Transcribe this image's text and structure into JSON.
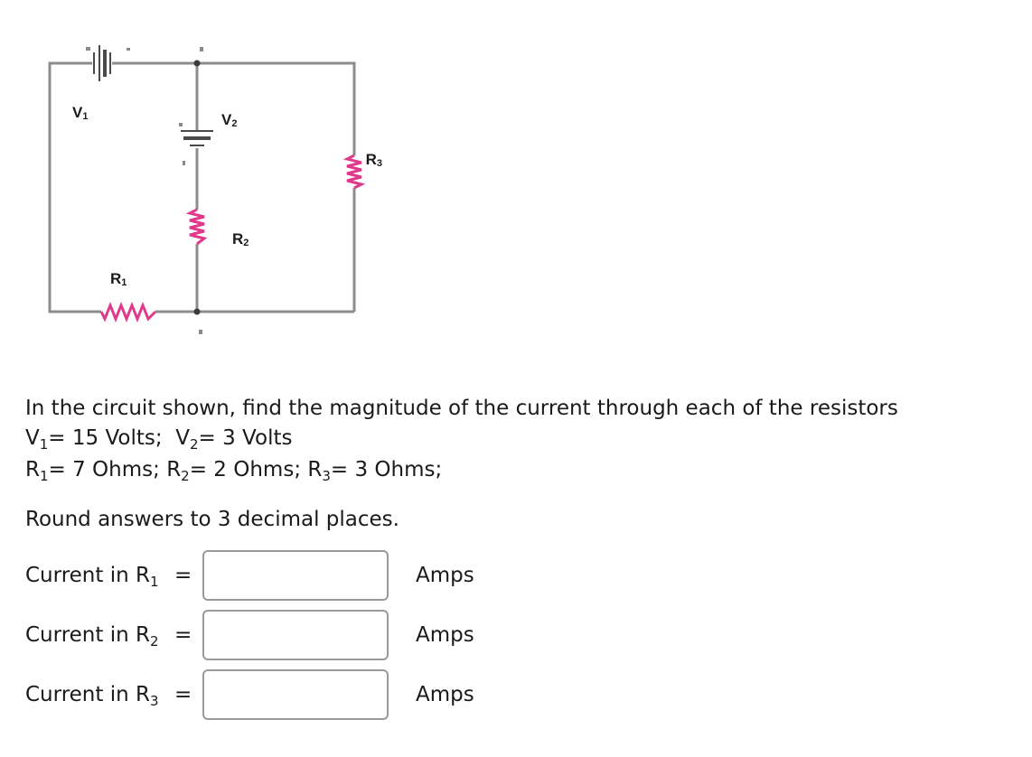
{
  "diagram": {
    "v1": "V",
    "v1_sub": "1",
    "v2": "V",
    "v2_sub": "2",
    "r1": "R",
    "r1_sub": "1",
    "r2": "R",
    "r2_sub": "2",
    "r3": "R",
    "r3_sub": "3"
  },
  "problem": {
    "prompt": "In the circuit shown, find the magnitude of the current through each of the resistors",
    "v1_var": "V",
    "v1_sub": "1",
    "v1_rest": "= 15 Volts;  ",
    "v2_var": "V",
    "v2_sub": "2",
    "v2_rest": "= 3 Volts",
    "r1_var": "R",
    "r1_sub": "1",
    "r1_rest": "= 7 Ohms; ",
    "r2_var": "R",
    "r2_sub": "2",
    "r2_rest": "= 2 Ohms; ",
    "r3_var": "R",
    "r3_sub": "3",
    "r3_rest": "= 3 Ohms;",
    "rounding": "Round answers to 3 decimal places."
  },
  "answers": [
    {
      "label": "Current in R",
      "sub": "1",
      "equals": "=",
      "value": "",
      "unit": "Amps"
    },
    {
      "label": "Current in R",
      "sub": "2",
      "equals": "=",
      "value": "",
      "unit": "Amps"
    },
    {
      "label": "Current in R",
      "sub": "3",
      "equals": "=",
      "value": "",
      "unit": "Amps"
    }
  ],
  "colors": {
    "wire": "#8c8c8c",
    "resistor": "#e0388b",
    "input_border": "#9a9a9a"
  }
}
